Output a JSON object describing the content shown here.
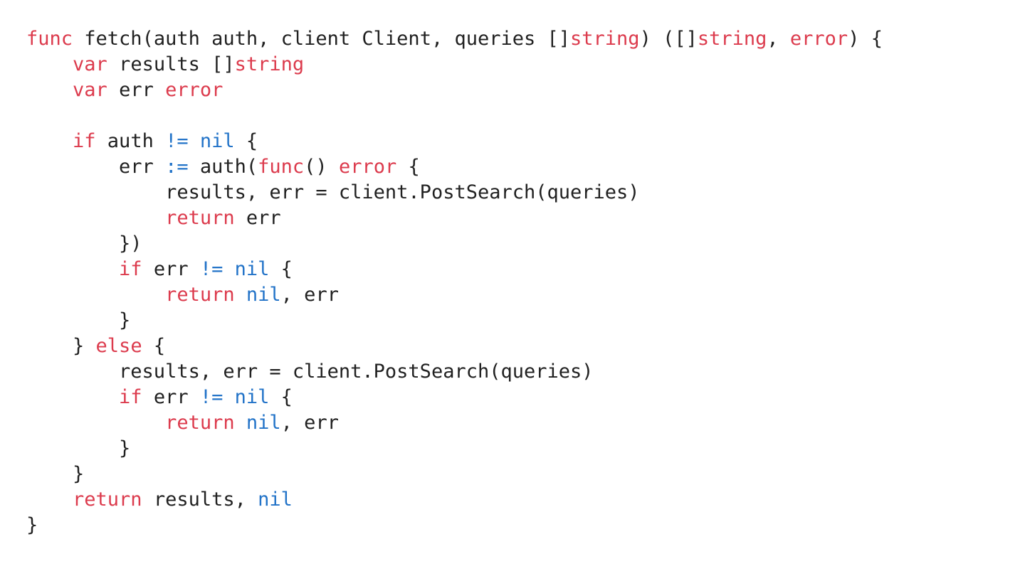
{
  "colors": {
    "background": "#ffffff",
    "text": "#212121",
    "keyword": "#dc3b4d",
    "literal": "#2273c8"
  },
  "code": {
    "language": "go",
    "lines": [
      [
        {
          "t": "func",
          "c": "keyword"
        },
        {
          "t": " fetch(auth auth, client Client, queries []",
          "c": "text"
        },
        {
          "t": "string",
          "c": "keyword"
        },
        {
          "t": ") ([]",
          "c": "text"
        },
        {
          "t": "string",
          "c": "keyword"
        },
        {
          "t": ", ",
          "c": "text"
        },
        {
          "t": "error",
          "c": "keyword"
        },
        {
          "t": ") {",
          "c": "text"
        }
      ],
      [
        {
          "t": "    ",
          "c": "text"
        },
        {
          "t": "var",
          "c": "keyword"
        },
        {
          "t": " results []",
          "c": "text"
        },
        {
          "t": "string",
          "c": "keyword"
        }
      ],
      [
        {
          "t": "    ",
          "c": "text"
        },
        {
          "t": "var",
          "c": "keyword"
        },
        {
          "t": " err ",
          "c": "text"
        },
        {
          "t": "error",
          "c": "keyword"
        }
      ],
      [],
      [
        {
          "t": "    ",
          "c": "text"
        },
        {
          "t": "if",
          "c": "keyword"
        },
        {
          "t": " auth ",
          "c": "text"
        },
        {
          "t": "!=",
          "c": "literal"
        },
        {
          "t": " ",
          "c": "text"
        },
        {
          "t": "nil",
          "c": "literal"
        },
        {
          "t": " {",
          "c": "text"
        }
      ],
      [
        {
          "t": "        err ",
          "c": "text"
        },
        {
          "t": ":=",
          "c": "literal"
        },
        {
          "t": " auth(",
          "c": "text"
        },
        {
          "t": "func",
          "c": "keyword"
        },
        {
          "t": "() ",
          "c": "text"
        },
        {
          "t": "error",
          "c": "keyword"
        },
        {
          "t": " {",
          "c": "text"
        }
      ],
      [
        {
          "t": "            results, err = client.PostSearch(queries)",
          "c": "text"
        }
      ],
      [
        {
          "t": "            ",
          "c": "text"
        },
        {
          "t": "return",
          "c": "keyword"
        },
        {
          "t": " err",
          "c": "text"
        }
      ],
      [
        {
          "t": "        })",
          "c": "text"
        }
      ],
      [
        {
          "t": "        ",
          "c": "text"
        },
        {
          "t": "if",
          "c": "keyword"
        },
        {
          "t": " err ",
          "c": "text"
        },
        {
          "t": "!=",
          "c": "literal"
        },
        {
          "t": " ",
          "c": "text"
        },
        {
          "t": "nil",
          "c": "literal"
        },
        {
          "t": " {",
          "c": "text"
        }
      ],
      [
        {
          "t": "            ",
          "c": "text"
        },
        {
          "t": "return",
          "c": "keyword"
        },
        {
          "t": " ",
          "c": "text"
        },
        {
          "t": "nil",
          "c": "literal"
        },
        {
          "t": ", err",
          "c": "text"
        }
      ],
      [
        {
          "t": "        }",
          "c": "text"
        }
      ],
      [
        {
          "t": "    } ",
          "c": "text"
        },
        {
          "t": "else",
          "c": "keyword"
        },
        {
          "t": " {",
          "c": "text"
        }
      ],
      [
        {
          "t": "        results, err = client.PostSearch(queries)",
          "c": "text"
        }
      ],
      [
        {
          "t": "        ",
          "c": "text"
        },
        {
          "t": "if",
          "c": "keyword"
        },
        {
          "t": " err ",
          "c": "text"
        },
        {
          "t": "!=",
          "c": "literal"
        },
        {
          "t": " ",
          "c": "text"
        },
        {
          "t": "nil",
          "c": "literal"
        },
        {
          "t": " {",
          "c": "text"
        }
      ],
      [
        {
          "t": "            ",
          "c": "text"
        },
        {
          "t": "return",
          "c": "keyword"
        },
        {
          "t": " ",
          "c": "text"
        },
        {
          "t": "nil",
          "c": "literal"
        },
        {
          "t": ", err",
          "c": "text"
        }
      ],
      [
        {
          "t": "        }",
          "c": "text"
        }
      ],
      [
        {
          "t": "    }",
          "c": "text"
        }
      ],
      [
        {
          "t": "    ",
          "c": "text"
        },
        {
          "t": "return",
          "c": "keyword"
        },
        {
          "t": " results, ",
          "c": "text"
        },
        {
          "t": "nil",
          "c": "literal"
        }
      ],
      [
        {
          "t": "}",
          "c": "text"
        }
      ]
    ]
  }
}
